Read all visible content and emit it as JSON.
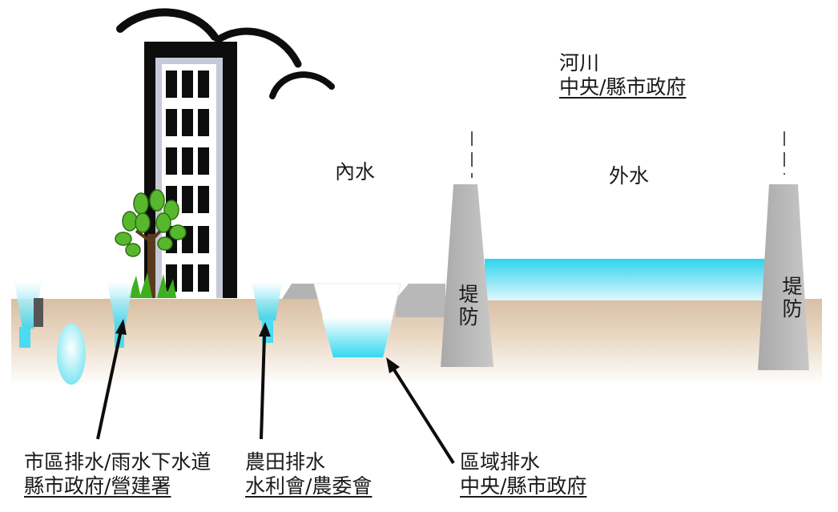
{
  "labels": {
    "river": {
      "line1": "河川",
      "line2": "中央/縣市政府"
    },
    "inner_water": "內水",
    "outer_water": "外水",
    "levee_left": [
      "堤",
      "防"
    ],
    "levee_right": [
      "堤",
      "防"
    ],
    "urban_drainage": {
      "line1": "市區排水/雨水下水道",
      "line2": "縣市政府/營建署"
    },
    "farm_drainage": {
      "line1": "農田排水",
      "line2": "水利會/農委會"
    },
    "regional_drainage": {
      "line1": "區域排水",
      "line2": "中央/縣市政府"
    }
  },
  "colors": {
    "ground": "#dcc4a8",
    "water": "#33d3ea",
    "levee": "#b7b7b7",
    "building": "#0d0d0d"
  }
}
